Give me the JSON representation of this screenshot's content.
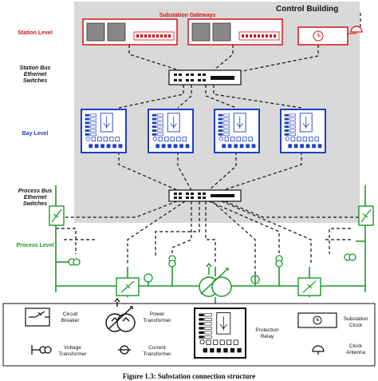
{
  "building": {
    "title": "Control Building"
  },
  "gateways": {
    "title": "Substation Gateways"
  },
  "levels": {
    "station": "Station Level",
    "station_bus": [
      "Station Bus",
      "Ethernet",
      "Switches"
    ],
    "bay": "Bay Level",
    "process_bus": [
      "Process Bus",
      "Ethernet",
      "Switches"
    ],
    "process": "Process Level"
  },
  "legend": {
    "circuit_breaker": [
      "Circuit",
      "Breaker"
    ],
    "power_transformer": [
      "Power",
      "Transformer"
    ],
    "protection_relay": [
      "Protection",
      "Relay"
    ],
    "substation_clock": [
      "Substation",
      "Clock"
    ],
    "voltage_transformer": [
      "Voltage",
      "Transformer"
    ],
    "current_transformer": [
      "Current",
      "Transformer"
    ],
    "clock_antenna": [
      "Clock",
      "Antenna"
    ]
  },
  "caption": "Figure 1.3: Substation connection structure",
  "colors": {
    "station": "#d4141b",
    "bay": "#1f3fbf",
    "process": "#1a9a2a",
    "building_bg": "#d9d9d9"
  }
}
